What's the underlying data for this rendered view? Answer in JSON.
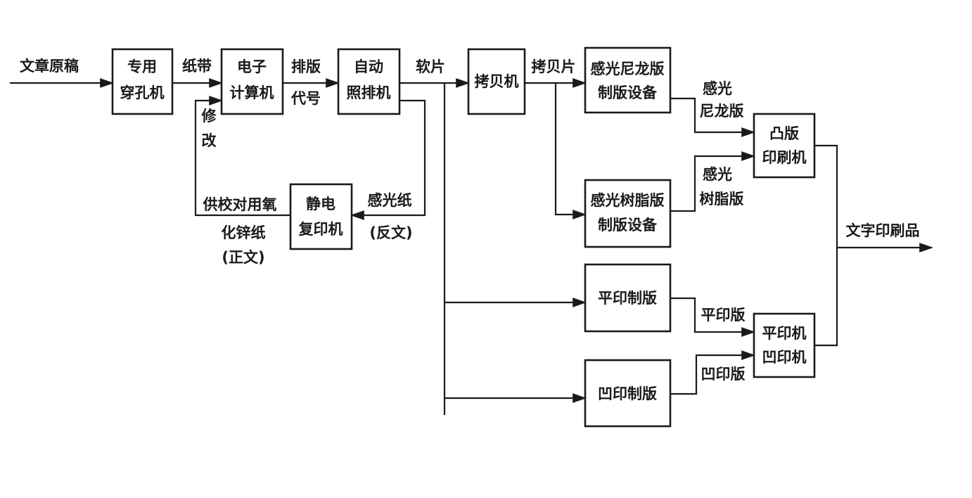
{
  "colors": {
    "ink": "#1a1a1a",
    "paper": "#ffffff"
  },
  "boxes": {
    "puncher": [
      "专用",
      "穿孔机"
    ],
    "computer": [
      "电子",
      "计算机"
    ],
    "phototypesetter": [
      "自动",
      "照排机"
    ],
    "copier": [
      "拷贝机"
    ],
    "nylon_platemaking": [
      "感光尼龙版",
      "制版设备"
    ],
    "resin_platemaking": [
      "感光树脂版",
      "制版设备"
    ],
    "xerographic": [
      "静电",
      "复印机"
    ],
    "planographic_platemaking": [
      "平印制版"
    ],
    "intaglio_platemaking": [
      "凹印制版"
    ],
    "letterpress": [
      "凸版",
      "印刷机"
    ],
    "offset_gravure": [
      "平印机",
      "凹印机"
    ]
  },
  "labels": {
    "input": "文章原稿",
    "tape": "纸带",
    "typesetting_code": [
      "排版",
      "代号"
    ],
    "revise": [
      "修",
      "改"
    ],
    "proof_paper": [
      "供校对用氧",
      "化锌纸",
      "(正文)"
    ],
    "photo_paper": [
      "感光纸",
      "(反文)"
    ],
    "film": "软片",
    "copy_film": "拷贝片",
    "nylon_plate": [
      "感光",
      "尼龙版"
    ],
    "resin_plate": [
      "感光",
      "树脂版"
    ],
    "planographic_plate": "平印版",
    "intaglio_plate": "凹印版",
    "output": "文字印刷品"
  }
}
